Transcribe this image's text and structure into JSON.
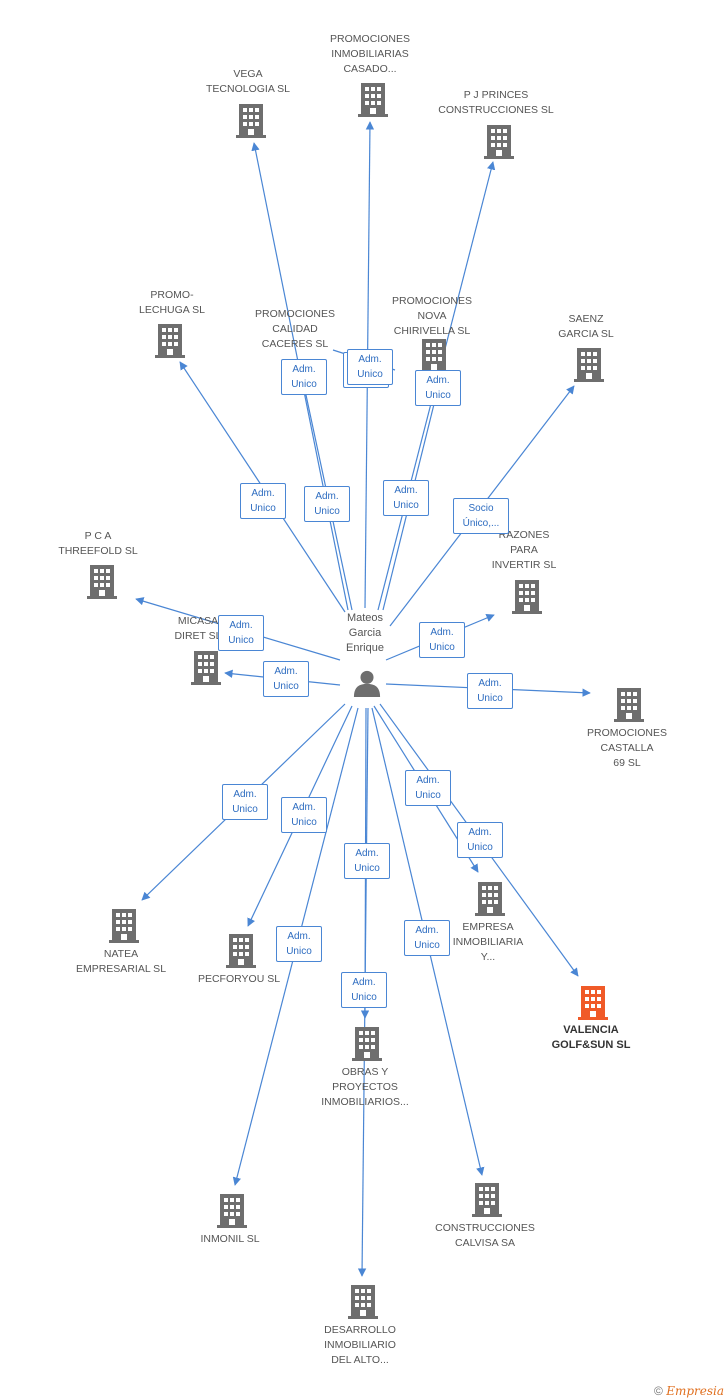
{
  "person": {
    "name": "Mateos\nGarcia\nEnrique"
  },
  "colors": {
    "edge": "#4a86d4",
    "building": "#6e6e6e",
    "highlight": "#f05a28"
  },
  "companies": [
    {
      "id": "vega",
      "name": "VEGA\nTECNOLOGIA SL"
    },
    {
      "id": "casado",
      "name": "PROMOCIONES\nINMOBILIARIAS\nCASADO..."
    },
    {
      "id": "princes",
      "name": "P J PRINCES\nCONSTRUCCIONES SL"
    },
    {
      "id": "lechuga",
      "name": "PROMO-\nLECHUGA SL"
    },
    {
      "id": "caceres",
      "name": "PROMOCIONES\nCALIDAD\nCACERES SL"
    },
    {
      "id": "nova",
      "name": "PROMOCIONES\nNOVA\nCHIRIVELLA SL"
    },
    {
      "id": "saenz",
      "name": "SAENZ\nGARCIA SL"
    },
    {
      "id": "pca",
      "name": "P C A\nTHREEFOLD SL"
    },
    {
      "id": "razones",
      "name": "RAZONES\nPARA\nINVERTIR SL"
    },
    {
      "id": "micasa",
      "name": "MICASA\nDIRET SL"
    },
    {
      "id": "castalla",
      "name": "PROMOCIONES\nCASTALLA\n69 SL"
    },
    {
      "id": "natea",
      "name": "NATEA\nEMPRESARIAL SL"
    },
    {
      "id": "pecforyou",
      "name": "PECFORYOU SL"
    },
    {
      "id": "empresa",
      "name": "EMPRESA\nINMOBILIARIA\nY..."
    },
    {
      "id": "valencia",
      "name": "VALENCIA\nGOLF&SUN SL",
      "highlight": true
    },
    {
      "id": "obras",
      "name": "OBRAS Y\nPROYECTOS\nINMOBILIARIOS..."
    },
    {
      "id": "inmonil",
      "name": "INMONIL SL"
    },
    {
      "id": "calvisa",
      "name": "CONSTRUCCIONES\nCALVISA SA"
    },
    {
      "id": "desarrollo",
      "name": "DESARROLLO\nINMOBILIARIO\nDEL ALTO..."
    }
  ],
  "roles": [
    {
      "id": "r-vega",
      "label": "Adm.\nUnico"
    },
    {
      "id": "r-casado-a",
      "label": "Adm.\nUnico"
    },
    {
      "id": "r-casado-b",
      "label": "Adm.\nUnico"
    },
    {
      "id": "r-princes",
      "label": "Adm.\nUnico"
    },
    {
      "id": "r-lechuga",
      "label": "Adm.\nUnico"
    },
    {
      "id": "r-caceres",
      "label": "Adm.\nUnico"
    },
    {
      "id": "r-nova",
      "label": "Adm.\nUnico"
    },
    {
      "id": "r-saenz",
      "label": "Socio\nÚnico,..."
    },
    {
      "id": "r-pca",
      "label": "Adm.\nUnico"
    },
    {
      "id": "r-micasa",
      "label": "Adm.\nUnico"
    },
    {
      "id": "r-razones",
      "label": "Adm.\nUnico"
    },
    {
      "id": "r-castalla",
      "label": "Adm.\nUnico"
    },
    {
      "id": "r-natea",
      "label": "Adm.\nUnico"
    },
    {
      "id": "r-pecforyou",
      "label": "Adm.\nUnico"
    },
    {
      "id": "r-obras",
      "label": "Adm.\nUnico"
    },
    {
      "id": "r-empresa",
      "label": "Adm.\nUnico"
    },
    {
      "id": "r-valencia",
      "label": "Adm.\nUnico"
    },
    {
      "id": "r-inmonil",
      "label": "Adm.\nUnico"
    },
    {
      "id": "r-calvisa",
      "label": "Adm.\nUnico"
    },
    {
      "id": "r-desarrollo",
      "label": "Adm.\nUnico"
    }
  ],
  "footer": {
    "copyright": "©",
    "brand": "Empresia"
  }
}
